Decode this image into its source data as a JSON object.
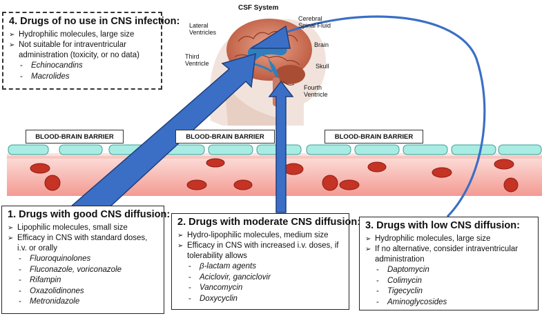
{
  "csf": {
    "title": "CSF System",
    "labels": {
      "lateral": [
        "Lateral",
        "Ventricles"
      ],
      "third": [
        "Third",
        "Ventricle"
      ],
      "cerebral": [
        "Cerebral",
        "Spinal Fluid"
      ],
      "brain": "Brain",
      "skull": "Skull",
      "fourth": [
        "Fourth",
        "Ventricle"
      ]
    }
  },
  "barrier_label": "BLOOD-BRAIN BARRIER",
  "box4": {
    "title": "4. Drugs of no use in CNS infection:",
    "bullets": [
      "Hydrophilic molecules, large size",
      "Not suitable for intraventricular administration (toxicity, or no data)"
    ],
    "drugs": [
      "Echinocandins",
      "Macrolides"
    ]
  },
  "box1": {
    "title": "1. Drugs with good CNS diffusion:",
    "bullets": [
      "Lipophilic molecules, small size",
      "Efficacy in CNS with standard doses, i.v. or orally"
    ],
    "drugs": [
      "Fluoroquinolones",
      "Fluconazole, voriconazole",
      "Rifampin",
      "Oxazolidinones",
      "Metronidazole"
    ]
  },
  "box2": {
    "title": "2. Drugs with moderate CNS diffusion:",
    "bullets": [
      "Hydro-lipophilic molecules, medium size",
      "Efficacy in CNS with increased i.v. doses, if tolerability allows"
    ],
    "drugs": [
      "β-lactam agents",
      "Aciclovir, ganciclovir",
      "Vancomycin",
      "Doxycyclin"
    ]
  },
  "box3": {
    "title": "3. Drugs with low CNS diffusion:",
    "bullets": [
      "Hydrophilic molecules, large size",
      "If no alternative, consider intraventricular administration"
    ],
    "drugs": [
      "Daptomycin",
      "Colimycin",
      "Tigecyclin",
      "Aminoglycosides"
    ]
  },
  "colors": {
    "arrow": "#3a6fc5",
    "arrow_dark": "#1f3f7d",
    "vessel": "#f7b9b3",
    "endothelium": "#a8ece4",
    "rbc": "#c43324"
  }
}
